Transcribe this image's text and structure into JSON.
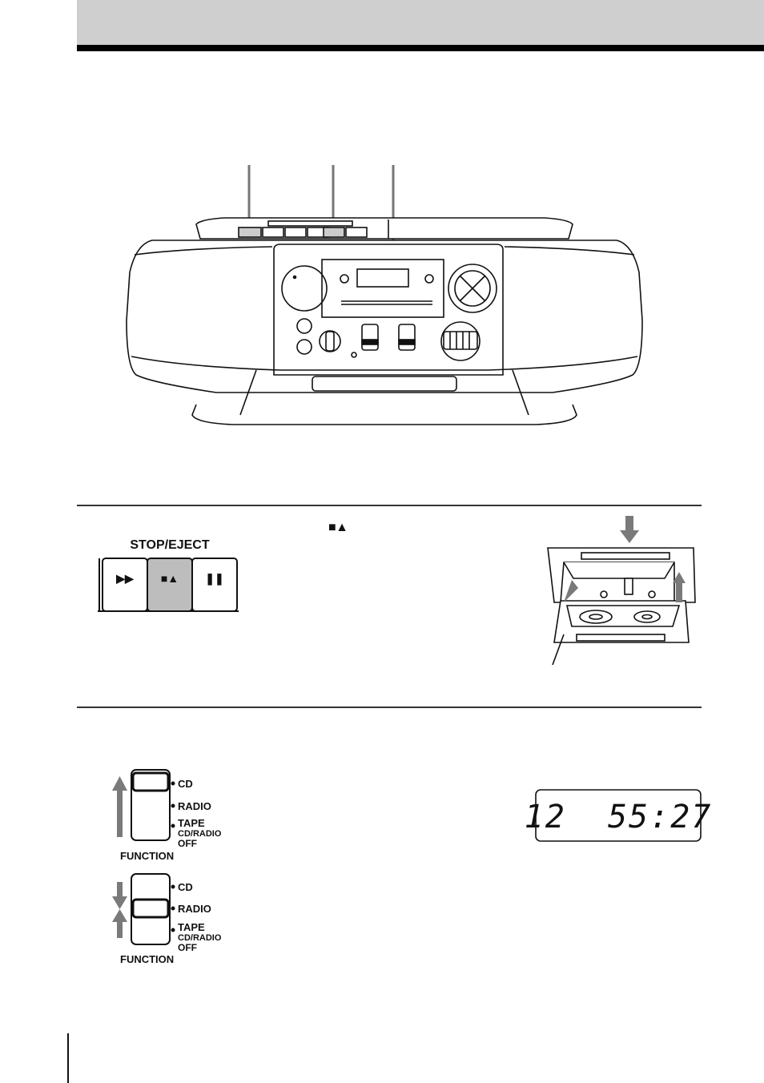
{
  "stop_eject_panel": {
    "label": "STOP/EJECT",
    "buttons": [
      {
        "name": "fast-forward",
        "symbol": "▶▶"
      },
      {
        "name": "stop-eject",
        "symbol": "■▲"
      },
      {
        "name": "pause",
        "symbol": "❚❚"
      }
    ]
  },
  "instruction_symbol": "■▲",
  "function_switch_1": {
    "positions": [
      "CD",
      "RADIO",
      "TAPE"
    ],
    "sublabels": [
      "CD/RADIO",
      "OFF"
    ],
    "caption": "FUNCTION"
  },
  "function_switch_2": {
    "positions": [
      "CD",
      "RADIO",
      "TAPE"
    ],
    "sublabels": [
      "CD/RADIO",
      "OFF"
    ],
    "caption": "FUNCTION"
  },
  "lcd_display": {
    "digits": "12  55:27"
  },
  "colors": {
    "header_band": "#cfcfcf",
    "highlight_gray": "#bdbdbd",
    "arrow_gray": "#7a7a7a"
  }
}
